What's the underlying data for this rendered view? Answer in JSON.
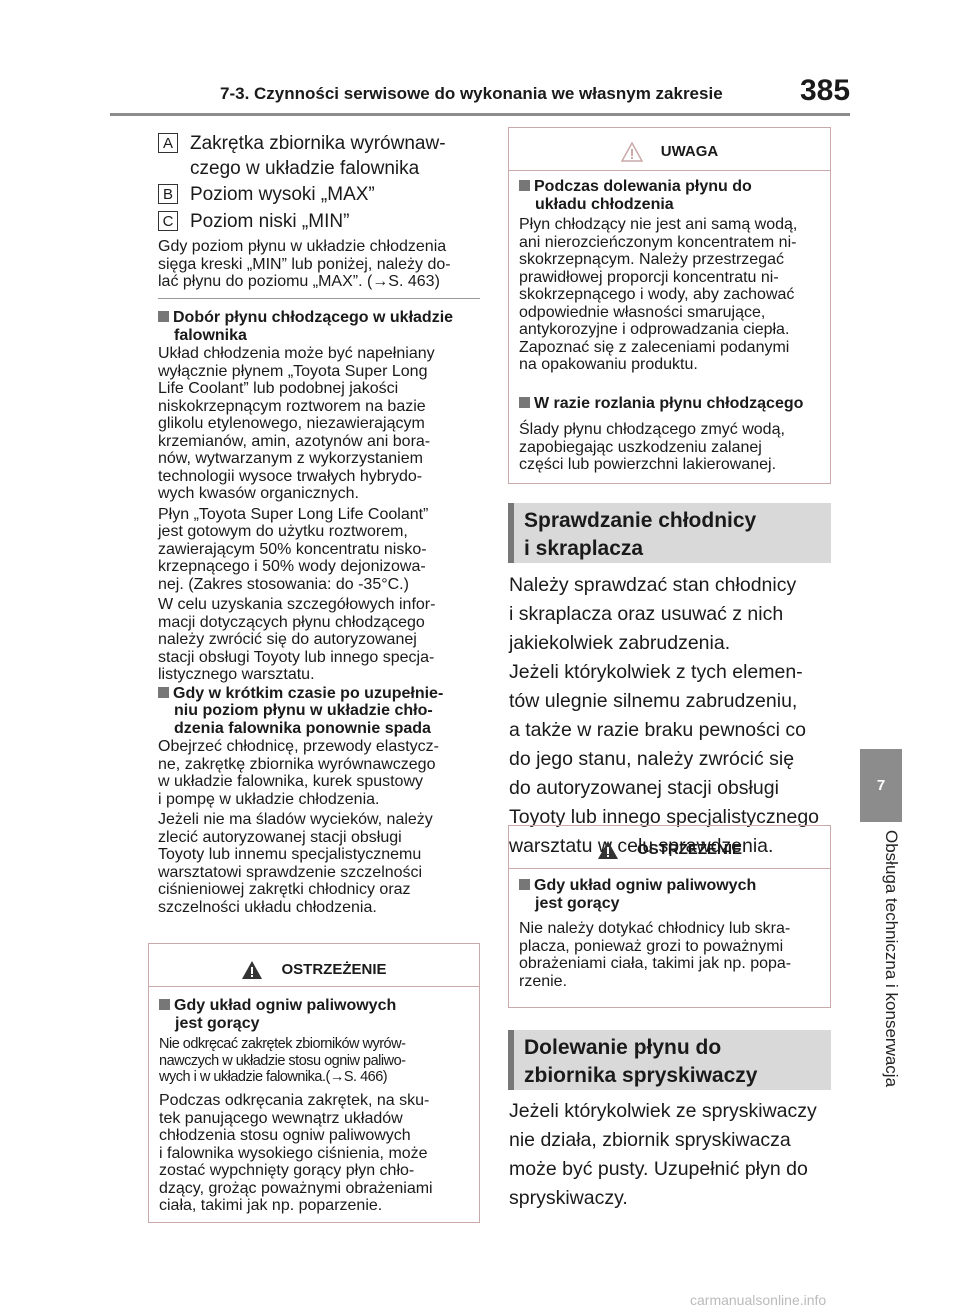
{
  "header": {
    "title": "7-3. Czynności serwisowe do wykonania we własnym zakresie",
    "page_number": "385"
  },
  "side_tab": {
    "chapter": "7",
    "label": "Obsługa techniczna i konserwacja"
  },
  "labels": [
    {
      "marker": "A",
      "lines": [
        "Zakrętka zbiornika wyrównaw-",
        "czego w układzie falownika"
      ]
    },
    {
      "marker": "B",
      "lines": [
        "Poziom wysoki „MAX”"
      ]
    },
    {
      "marker": "C",
      "lines": [
        "Poziom niski „MIN”"
      ]
    }
  ],
  "intro_para": [
    "Gdy poziom płynu w układzie chłodzenia",
    "sięga kreski „MIN” lub poniżej, należy do-",
    "lać płynu do poziomu „MAX”. (→S. 463)"
  ],
  "sections_left": [
    {
      "heading": [
        "Dobór płynu chłodzącego w układzie",
        "falownika"
      ],
      "paras": [
        [
          "Układ chłodzenia może być napełniany",
          "wyłącznie płynem „Toyota Super Long",
          "Life Coolant” lub podobnej jakości",
          "niskokrzepnącym roztworem na bazie",
          "glikolu etylenowego, niezawierającym",
          "krzemianów, amin, azotynów ani bora-",
          "nów, wytwarzanym z wykorzystaniem",
          "technologii wysoce trwałych hybrydo-",
          "wych kwasów organicznych."
        ],
        [
          "Płyn „Toyota Super Long Life Coolant”",
          "jest gotowym do użytku roztworem,",
          "zawierającym 50% koncentratu nisko-",
          "krzepnącego i 50% wody dejonizowa-",
          "nej. (Zakres stosowania: do -35°C.)"
        ],
        [
          "W celu uzyskania szczegółowych infor-",
          "macji dotyczących płynu chłodzącego",
          "należy zwrócić się do autoryzowanej",
          "stacji obsługi Toyoty lub innego specja-",
          "listycznego warsztatu."
        ]
      ]
    },
    {
      "heading": [
        "Gdy w krótkim czasie po uzupełnie-",
        "niu poziom płynu w układzie chło-",
        "dzenia falownika ponownie spada"
      ],
      "paras": [
        [
          "Obejrzeć chłodnicę, przewody elastycz-",
          "ne, zakrętkę zbiornika wyrównawczego",
          "w układzie falownika, kurek spustowy",
          "i pompę w układzie chłodzenia."
        ],
        [
          "Jeżeli nie ma śladów wycieków, należy",
          "zlecić autoryzowanej stacji obsługi",
          "Toyoty lub innemu specjalistycznemu",
          "warsztatowi sprawdzenie szczelności",
          "ciśnieniowej zakrętki chłodnicy oraz",
          "szczelności układu chłodzenia."
        ]
      ]
    }
  ],
  "warning_left": {
    "title": "OSTRZEŻENIE",
    "sub": [
      "Gdy układ ogniw paliwowych",
      "jest gorący"
    ],
    "para1": [
      "Nie odkręcać zakrętek zbiorników wyrów-",
      "nawczych w układzie stosu ogniw paliwo-",
      "wych i w układzie falownika.(→S. 466)"
    ],
    "para2": [
      "Podczas odkręcania zakrętek, na sku-",
      "tek panującego wewnątrz układów",
      "chłodzenia stosu ogniw paliwowych",
      "i falownika wysokiego ciśnienia, może",
      "zostać wypchnięty gorący płyn chło-",
      "dzący, grożąc poważnymi obrażeniami",
      "ciała, takimi jak np. poparzenie."
    ]
  },
  "caution_right": {
    "title": "UWAGA",
    "sub1": [
      "Podczas dolewania płynu do",
      "układu chłodzenia"
    ],
    "para1": [
      "Płyn chłodzący nie jest ani samą wodą,",
      "ani nierozcieńczonym koncentratem ni-",
      "skokrzepnącym. Należy przestrzegać",
      "prawidłowej proporcji koncentratu ni-",
      "skokrzepnącego i wody, aby zachować",
      "odpowiednie własności smarujące,",
      "antykorozyjne i odprowadzania ciepła.",
      "Zapoznać się z zaleceniami podanymi",
      "na opakowaniu produktu."
    ],
    "sub2": [
      "W razie rozlania płynu chłodzącego"
    ],
    "para2": [
      "Ślady płynu chłodzącego zmyć wodą,",
      "zapobiegając uszkodzeniu zalanej",
      "części lub powierzchni lakierowanej."
    ]
  },
  "section_radiator": {
    "heading": [
      "Sprawdzanie chłodnicy",
      "i skraplacza"
    ],
    "body": [
      "Należy sprawdzać stan chłodnicy",
      "i skraplacza oraz usuwać z nich",
      "jakiekolwiek zabrudzenia.",
      "Jeżeli którykolwiek z tych elemen-",
      "tów ulegnie silnemu zabrudzeniu,",
      "a także w razie braku pewności co",
      "do jego stanu, należy zwrócić się",
      "do autoryzowanej stacji obsługi",
      "Toyoty lub innego specjalistycznego",
      "warsztatu w celu sprawdzenia."
    ]
  },
  "warning_right": {
    "title": "OSTRZEŻENIE",
    "sub": [
      "Gdy układ ogniw paliwowych",
      "jest gorący"
    ],
    "para": [
      "Nie należy dotykać chłodnicy lub skra-",
      "placza, ponieważ grozi to poważnymi",
      "obrażeniami ciała, takimi jak np. popa-",
      "rzenie."
    ]
  },
  "section_washer": {
    "heading": [
      "Dolewanie płynu do",
      "zbiornika spryskiwaczy"
    ],
    "body": [
      "Jeżeli którykolwiek ze spryskiwaczy",
      "nie działa, zbiornik spryskiwacza",
      "może być pusty. Uzupełnić płyn do",
      "spryskiwaczy."
    ]
  },
  "watermark": "carmanualsonline.info",
  "colors": {
    "gray_bar": "#8c8c8c",
    "box_border": "#c9a9a9",
    "heading_bg": "#d9d9d9"
  }
}
